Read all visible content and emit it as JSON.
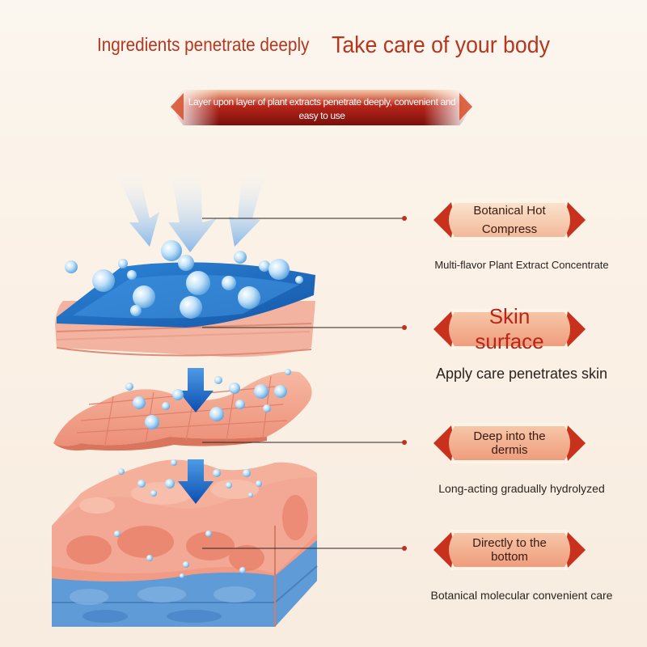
{
  "header": {
    "left_title": "Ingredients penetrate deeply",
    "right_title": "Take care of your body"
  },
  "ribbon": {
    "text": "Layer upon layer of plant extracts penetrate deeply, convenient and easy to use"
  },
  "layers": [
    {
      "label": "Botanical Hot Compress",
      "caption": "Multi-flavor Plant Extract Concentrate"
    },
    {
      "label": "Skin surface",
      "caption": "Apply care penetrates skin"
    },
    {
      "label": "Deep into the dermis",
      "caption": "Long-acting gradually hydrolyzed"
    },
    {
      "label": "Directly to the bottom",
      "caption": "Botanical molecular convenient care"
    }
  ],
  "colors": {
    "title_red": "#b4371f",
    "badge_red": "#c8321c",
    "water_blue": "#1f6fc6",
    "skin_pink": "#f0a08a"
  },
  "icons": [
    "down-arrow-icon",
    "bubble-icon"
  ]
}
